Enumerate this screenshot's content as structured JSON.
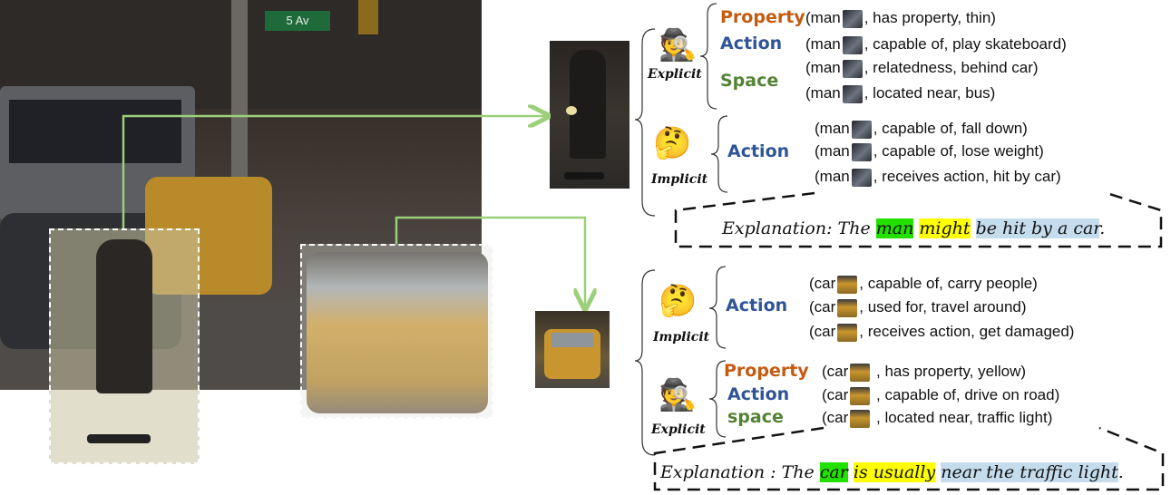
{
  "scene": {
    "street_sign": "5 Av"
  },
  "man": {
    "explicit_label": "Explicit",
    "implicit_label": "Implicit",
    "explicit": [
      {
        "category": "Property",
        "text": "(man",
        "rest": ", has property, thin)"
      },
      {
        "category": "Action",
        "text": "(man",
        "rest": ", capable of, play skateboard)"
      },
      {
        "category": "Space",
        "text": "(man",
        "rest": ", relatedness, behind car)"
      },
      {
        "category": "",
        "text": "(man",
        "rest": ", located near, bus)"
      }
    ],
    "implicit_category": "Action",
    "implicit": [
      {
        "text": "(man",
        "rest": ", capable of, fall down)"
      },
      {
        "text": "(man",
        "rest": ", capable of, lose weight)"
      },
      {
        "text": "(man",
        "rest": ", receives action, hit by car)"
      }
    ],
    "explanation": {
      "prefix": "Explanation: The ",
      "subject": "man",
      "modal": "might",
      "tail": "be hit by a car",
      "end": "."
    }
  },
  "car": {
    "implicit_label": "Implicit",
    "explicit_label": "Explicit",
    "implicit_category": "Action",
    "implicit": [
      {
        "text": "(car",
        "rest": ", capable of, carry people)"
      },
      {
        "text": "(car",
        "rest": ", used for, travel around)"
      },
      {
        "text": "(car",
        "rest": ", receives action, get damaged)"
      }
    ],
    "explicit": [
      {
        "category": "Property",
        "text": "(car",
        "rest": " , has property, yellow)"
      },
      {
        "category": "Action",
        "text": "(car",
        "rest": " , capable of, drive on road)"
      },
      {
        "category": "space",
        "text": "(car",
        "rest": " , located near, traffic light)"
      }
    ],
    "explanation": {
      "prefix": "Explanation : The ",
      "subject": "car",
      "modal": "is usually",
      "tail": "near the traffic light",
      "end": "."
    }
  },
  "colors": {
    "property": "#c55a11",
    "action": "#2f5597",
    "space": "#548235",
    "arrow": "#9bcf7a"
  },
  "icons": {
    "explicit": "detective-emoji",
    "implicit": "thinking-face-emoji"
  }
}
